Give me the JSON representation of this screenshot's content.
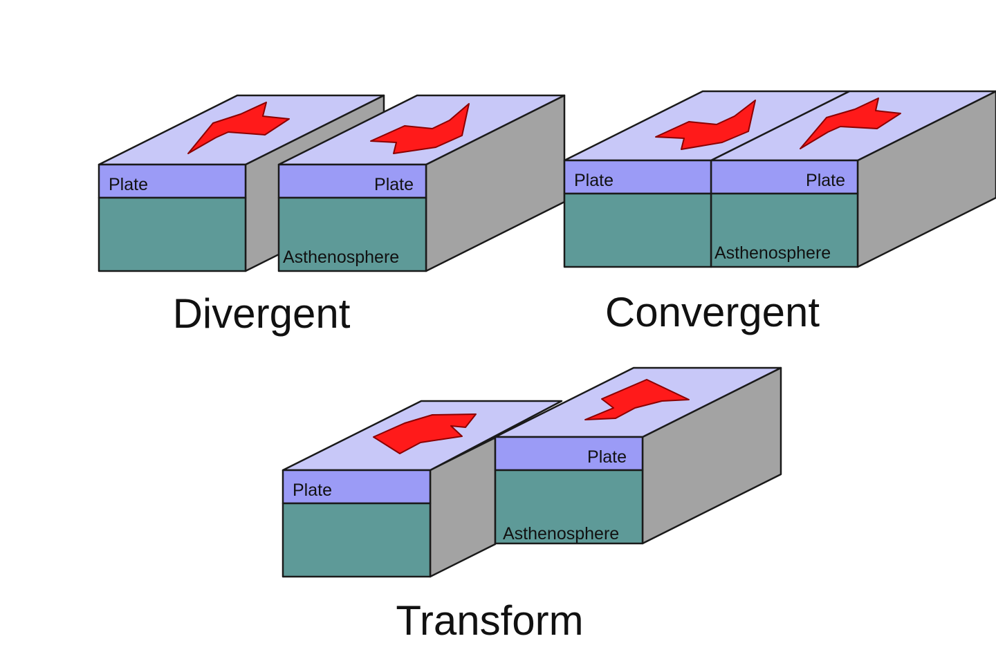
{
  "colors": {
    "plate_top": "#c8c8f8",
    "plate_front": "#9b9bf6",
    "asthenosphere": "#5e9a98",
    "side": "#a3a3a3",
    "arrow": "#ff1a1a"
  },
  "labels": {
    "plate": "Plate",
    "asthenosphere": "Asthenosphere"
  },
  "boundaries": {
    "divergent": "Divergent",
    "convergent": "Convergent",
    "transform": "Transform"
  }
}
